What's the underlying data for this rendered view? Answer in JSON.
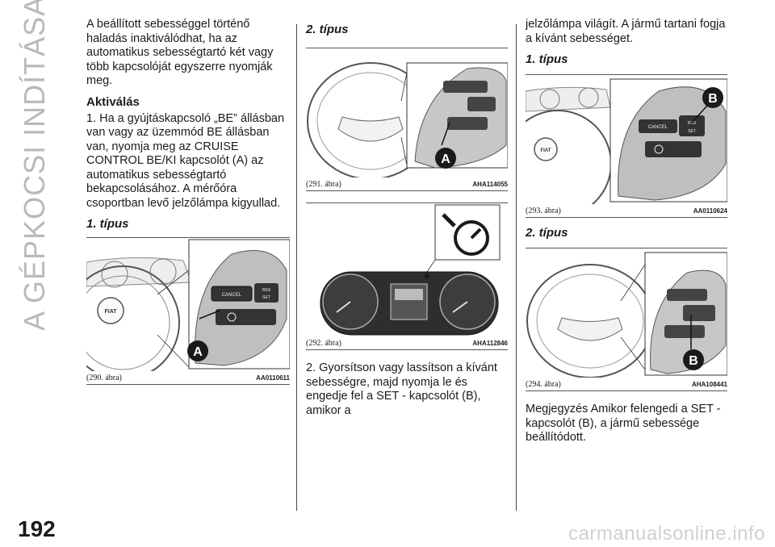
{
  "side_title": "A GÉPKOCSI INDÍTÁSA ÉS VEZETÉSE",
  "page_number": "192",
  "watermark": "carmanualsonline.info",
  "col1": {
    "intro": "A beállított sebességgel történő haladás inaktiválódhat, ha az automatikus sebességtartó két vagy több kapcsolóját egyszerre nyomják meg.",
    "heading": "Aktiválás",
    "step1": "1. Ha a gyújtáskapcsoló „BE” állásban van vagy az üzemmód BE állásban van, nyomja meg az CRUISE CONTROL BE/KI kapcsolót (A) az automatikus sebességtartó bekapcsolásához. A mérőóra csoportban levő jelzőlámpa kigyullad.",
    "type1": "1. típus",
    "fig": {
      "caption": "(290. ábra)",
      "code": "AA0110611",
      "badge": "A",
      "btn_cancel": "CANCEL",
      "btn_res": "RES",
      "btn_set": "SET",
      "logo": "FIAT"
    }
  },
  "col2": {
    "type2": "2. típus",
    "fig291": {
      "caption": "(291. ábra)",
      "code": "AHA114055",
      "badge": "A"
    },
    "fig292": {
      "caption": "(292. ábra)",
      "code": "AHA112846"
    },
    "step2": "2. Gyorsítson vagy lassítson a kívánt sebességre, majd nyomja le és engedje fel a SET - kapcsolót (B), amikor a"
  },
  "col3": {
    "cont": "jelzőlámpa világít. A jármű tartani fogja a kívánt sebességet.",
    "type1": "1. típus",
    "fig293": {
      "caption": "(293. ábra)",
      "code": "AA0110624",
      "badge": "B",
      "btn_cancel": "CANCEL",
      "btn_res": "RES",
      "btn_set": "SET",
      "logo": "FIAT"
    },
    "type2": "2. típus",
    "fig294": {
      "caption": "(294. ábra)",
      "code": "AHA108441",
      "badge": "B"
    },
    "note": "Megjegyzés  Amikor felengedi a SET - kapcsolót (B), a jármű sebessége beállítódott."
  },
  "colors": {
    "badge": "#1a1a1a",
    "side_title": "#b9b9b9",
    "watermark": "#d0d0d0"
  }
}
